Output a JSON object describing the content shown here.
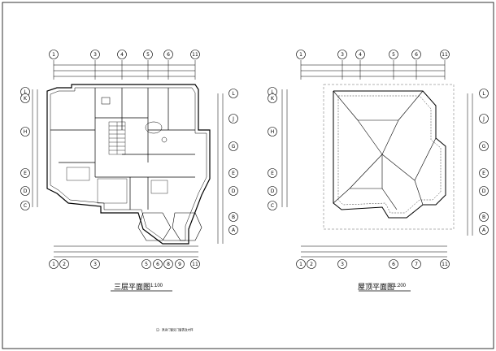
{
  "plans": [
    {
      "title": "三层平面图",
      "scale": "1:100",
      "columns": [
        "①",
        "③",
        "④",
        "⑤",
        "⑥",
        "⑪"
      ],
      "columns_bottom": [
        "①",
        "②",
        "③",
        "⑤",
        "⑥",
        "⑧",
        "⑨",
        "⑪"
      ],
      "rows_left": [
        "Ⓛ",
        "Ⓚ",
        "Ⓗ",
        "Ⓔ",
        "Ⓓ",
        "Ⓒ"
      ],
      "rows_right": [
        "Ⓛ",
        "Ⓙ",
        "Ⓖ",
        "Ⓔ",
        "Ⓓ",
        "Ⓑ",
        "Ⓐ"
      ]
    },
    {
      "title": "屋顶平面图",
      "scale": "1:200",
      "columns": [
        "①",
        "③",
        "④",
        "⑤",
        "⑥",
        "⑪"
      ],
      "columns_bottom": [
        "①",
        "②",
        "③",
        "⑥",
        "⑦",
        "⑪"
      ],
      "rows_left": [
        "Ⓛ",
        "Ⓚ",
        "Ⓗ",
        "Ⓔ",
        "Ⓓ",
        "Ⓒ"
      ],
      "rows_right": [
        "Ⓛ",
        "Ⓙ",
        "Ⓖ",
        "Ⓔ",
        "Ⓓ",
        "Ⓑ",
        "Ⓐ"
      ]
    }
  ],
  "footer_note": "注：其余门窗见门窗表及大样"
}
